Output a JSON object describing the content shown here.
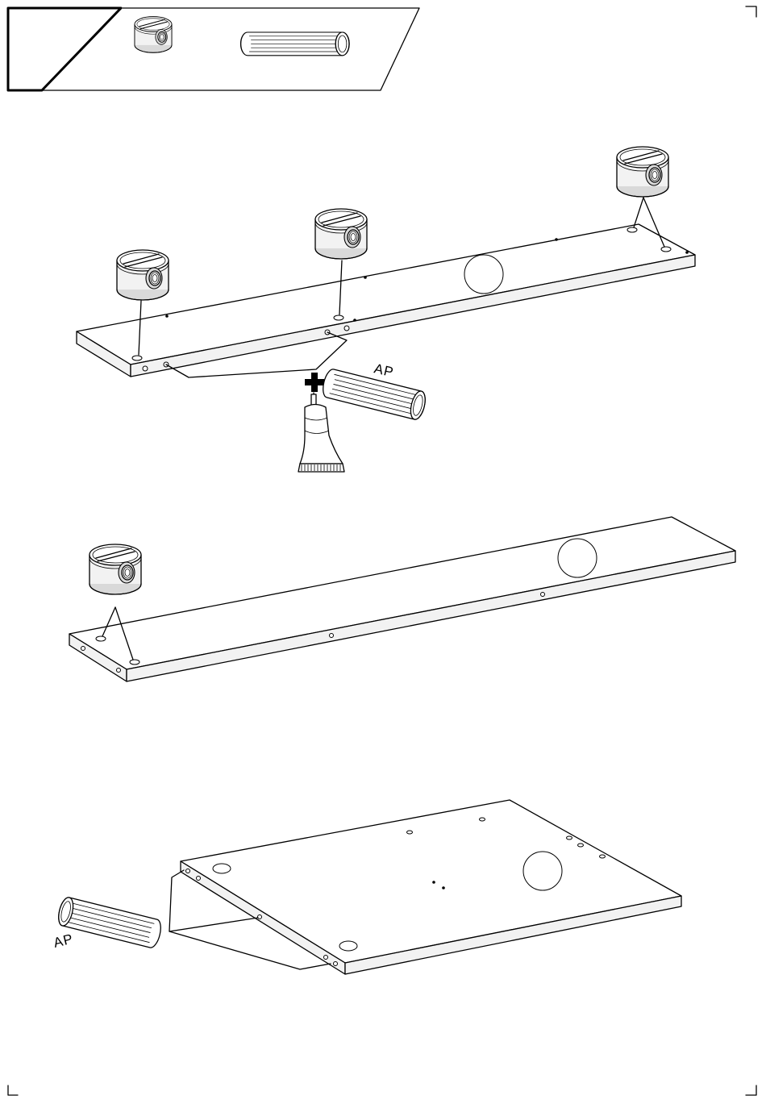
{
  "page": {
    "part_labels": [
      "AP",
      "AP"
    ]
  },
  "header_panel": {
    "parts": [
      {
        "icon": "cam-nut-icon"
      },
      {
        "icon": "dowel-icon"
      }
    ]
  },
  "steps": [
    {
      "id": "top-board",
      "parts": [
        "cam-nut-icon",
        "cam-nut-icon",
        "cam-nut-icon",
        "dowel-icon",
        "glue-tube-icon"
      ]
    },
    {
      "id": "middle-board",
      "parts": [
        "cam-nut-icon"
      ]
    },
    {
      "id": "bottom-panel",
      "parts": [
        "dowel-icon"
      ]
    }
  ]
}
